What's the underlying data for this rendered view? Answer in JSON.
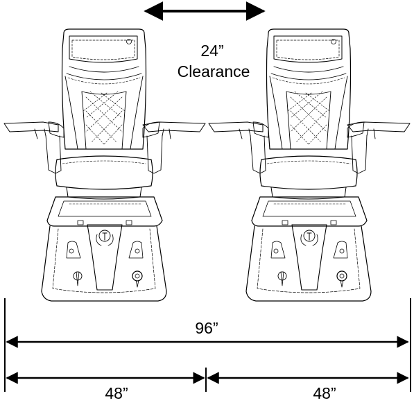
{
  "diagram": {
    "clearance_value": "24”",
    "clearance_word": "Clearance",
    "total_width": "96”",
    "left_width": "48”",
    "right_width": "48”"
  },
  "chairs": [
    {
      "name": "pedicure-chair-left"
    },
    {
      "name": "pedicure-chair-right"
    }
  ],
  "colors": {
    "line": "#000000",
    "background": "#ffffff"
  }
}
